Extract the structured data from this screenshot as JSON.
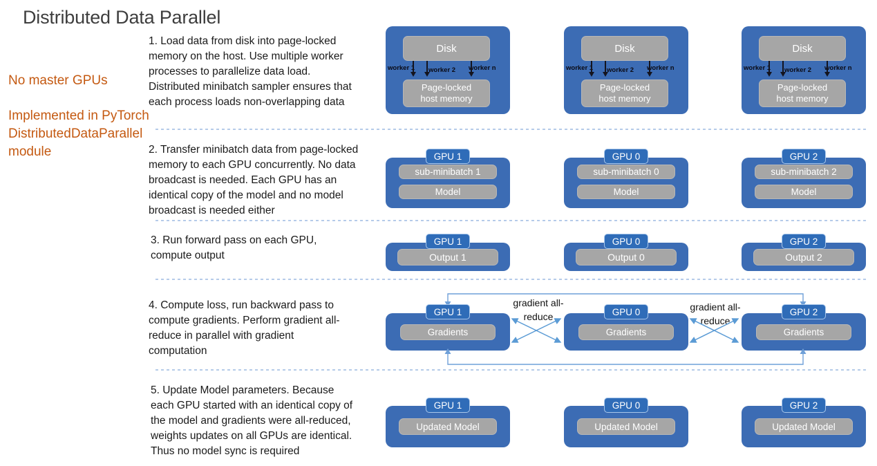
{
  "title": "Distributed Data Parallel",
  "sidebar": {
    "note1": "No master GPUs",
    "note2": "Implemented in PyTorch\nDistributedDataParallel\nmodule"
  },
  "steps": {
    "s1": "1. Load data from disk into page-locked\nmemory on the host. Use multiple worker\nprocesses to parallelize data load.\nDistributed minibatch sampler ensures that\neach process loads non-overlapping data",
    "s2": "2. Transfer minibatch data from page-locked\nmemory to each GPU concurrently. No data\nbroadcast is needed. Each GPU has an\nidentical copy of the model and no model\nbroadcast is needed either",
    "s3": "3. Run forward pass on each GPU,\ncompute output",
    "s4": "4. Compute loss, run backward pass to\ncompute gradients. Perform gradient all-\nreduce in parallel with gradient\ncomputation",
    "s5": "5. Update Model parameters. Because\neach GPU started with an identical copy of\nthe model and gradients were all-reduced,\nweights updates on all GPUs are identical.\nThus no model sync is required"
  },
  "diagram": {
    "row1": {
      "disk": "Disk",
      "workers": [
        "worker 1",
        "worker 2",
        "worker n"
      ],
      "memory": "Page-locked\nhost memory"
    },
    "row2": {
      "cards": [
        {
          "gpu": "GPU 1",
          "minibatch": "sub-minibatch 1",
          "model": "Model"
        },
        {
          "gpu": "GPU 0",
          "minibatch": "sub-minibatch 0",
          "model": "Model"
        },
        {
          "gpu": "GPU 2",
          "minibatch": "sub-minibatch 2",
          "model": "Model"
        }
      ]
    },
    "row3": {
      "cards": [
        {
          "gpu": "GPU 1",
          "output": "Output 1"
        },
        {
          "gpu": "GPU 0",
          "output": "Output 0"
        },
        {
          "gpu": "GPU 2",
          "output": "Output 2"
        }
      ]
    },
    "row4": {
      "allreduce_label": "gradient all-\nreduce",
      "cards": [
        {
          "gpu": "GPU 1",
          "gradients": "Gradients"
        },
        {
          "gpu": "GPU 0",
          "gradients": "Gradients"
        },
        {
          "gpu": "GPU 2",
          "gradients": "Gradients"
        }
      ]
    },
    "row5": {
      "cards": [
        {
          "gpu": "GPU 1",
          "updated": "Updated Model"
        },
        {
          "gpu": "GPU 0",
          "updated": "Updated Model"
        },
        {
          "gpu": "GPU 2",
          "updated": "Updated Model"
        }
      ]
    }
  },
  "colors": {
    "card_blue": "#3C6CB4",
    "tab_blue": "#2F6CB8",
    "box_gray": "#A6A6A6",
    "note_orange": "#C45911",
    "connector_blue": "#5B9BD5",
    "separator_blue": "#B5CBE9",
    "title_gray": "#3E3E3E",
    "body_text": "#1A1A1A"
  }
}
